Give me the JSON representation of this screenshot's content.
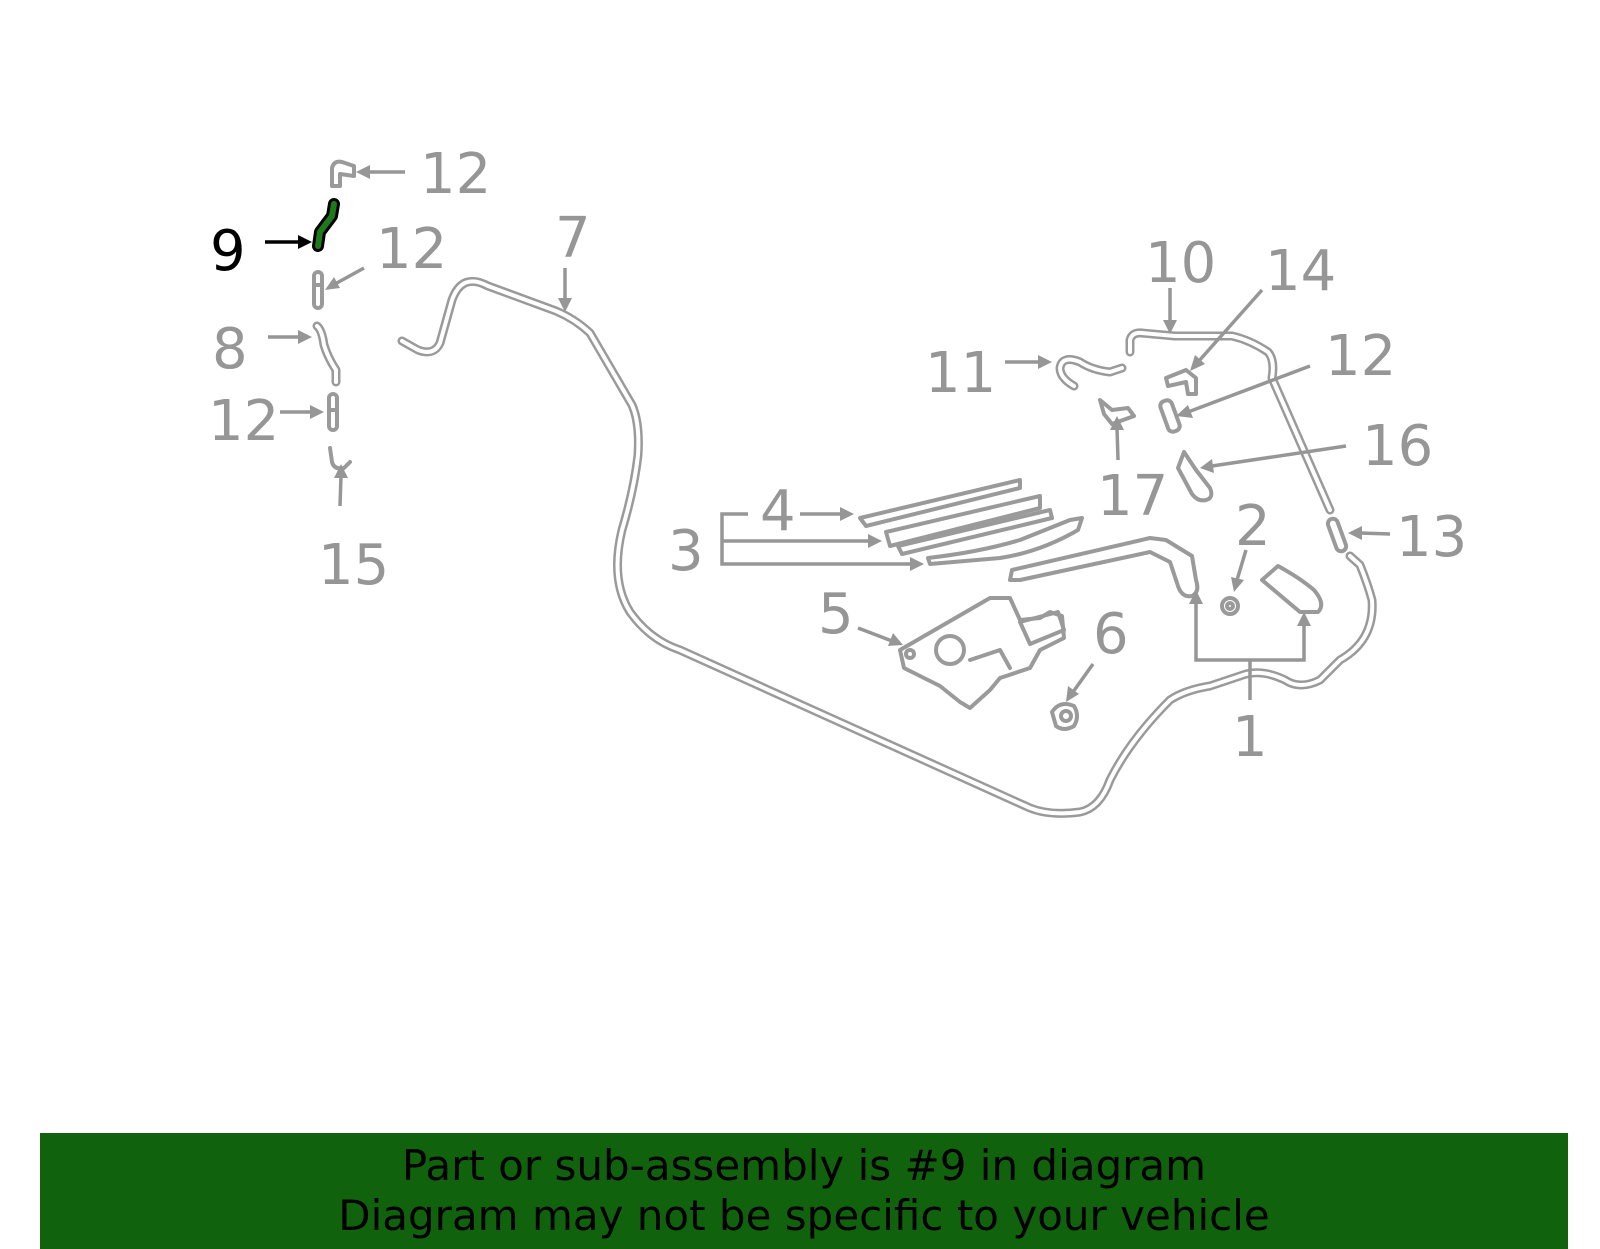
{
  "diagram": {
    "callouts": [
      {
        "id": "1",
        "label": "1"
      },
      {
        "id": "2",
        "label": "2"
      },
      {
        "id": "3",
        "label": "3"
      },
      {
        "id": "4",
        "label": "4"
      },
      {
        "id": "5",
        "label": "5"
      },
      {
        "id": "6",
        "label": "6"
      },
      {
        "id": "7",
        "label": "7"
      },
      {
        "id": "8",
        "label": "8"
      },
      {
        "id": "9",
        "label": "9"
      },
      {
        "id": "10",
        "label": "10"
      },
      {
        "id": "11",
        "label": "11"
      },
      {
        "id": "12a",
        "label": "12"
      },
      {
        "id": "12b",
        "label": "12"
      },
      {
        "id": "12c",
        "label": "12"
      },
      {
        "id": "12d",
        "label": "12"
      },
      {
        "id": "13",
        "label": "13"
      },
      {
        "id": "14",
        "label": "14"
      },
      {
        "id": "15",
        "label": "15"
      },
      {
        "id": "16",
        "label": "16"
      },
      {
        "id": "17",
        "label": "17"
      }
    ],
    "highlighted_part": "9",
    "highlight_color": "#1f7a1a",
    "label_color": "#969696"
  },
  "banner": {
    "line1": "Part or sub-assembly is #9 in diagram",
    "line2": "Diagram may not be specific to your vehicle",
    "background": "#11620c"
  }
}
